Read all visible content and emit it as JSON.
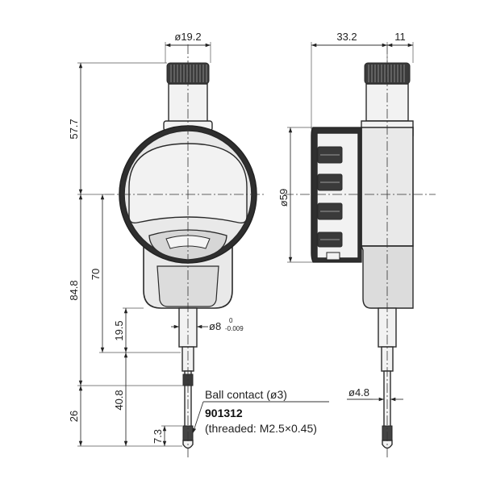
{
  "dimensions": {
    "bezel_dia": "ø19.2",
    "side_depth": "33.2",
    "side_cap": "11",
    "height_top": "57.7",
    "height_bottom": "84.8",
    "dial_to_stem": "70",
    "stem_length": "19.5",
    "body_dia": "ø59",
    "stem_dia": "ø8",
    "stem_tol_upper": "0",
    "stem_tol_lower": "-0.009",
    "spindle_length": "40.8",
    "stroke": "26",
    "contact_length": "7.3",
    "spindle_dia": "ø4.8"
  },
  "notes": {
    "contact_label": "Ball contact (ø3)",
    "part_number": "901312",
    "thread_spec": "(threaded: M2.5×0.45)"
  }
}
